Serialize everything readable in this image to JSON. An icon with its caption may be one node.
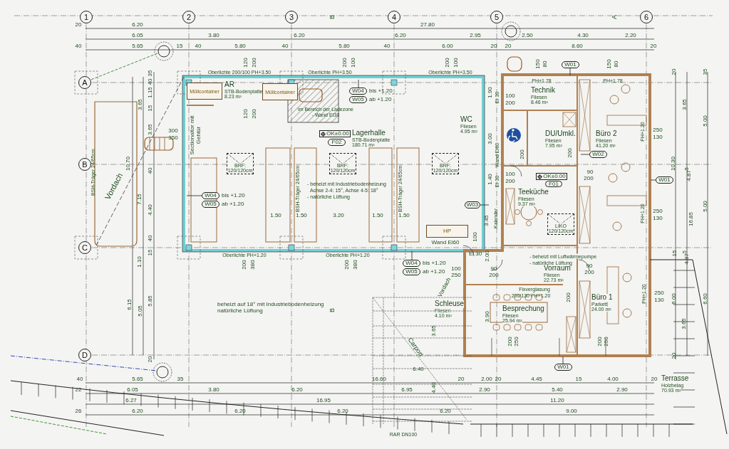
{
  "diagram": {
    "nodes": [
      {
        "text": [
          "1"
        ]
      },
      {
        "text": [
          "2"
        ]
      },
      {
        "text": [
          "3"
        ]
      },
      {
        "text": [
          "4"
        ]
      },
      {
        "text": [
          "5"
        ]
      },
      {
        "text": [
          "6"
        ]
      },
      {
        "text": [
          "A"
        ]
      },
      {
        "text": [
          "B"
        ]
      },
      {
        "text": [
          "C"
        ]
      },
      {
        "text": [
          "D"
        ]
      },
      {
        "text": [
          "AR",
          "STB-Bodenplatte",
          "8.23 m²"
        ]
      },
      {
        "text": [
          "Müllcontainer"
        ]
      },
      {
        "text": [
          "Müllcontainer"
        ]
      },
      {
        "text": [
          "Lagerhalle",
          "STB-Bodenplatte",
          "180.71 m²"
        ]
      },
      {
        "text": [
          "OK±0.00"
        ]
      },
      {
        "text": [
          "F02"
        ]
      },
      {
        "text": [
          "W04"
        ],
        "beside": [
          "bis +1.20"
        ]
      },
      {
        "text": [
          "W05"
        ],
        "beside": [
          "ab +1.20"
        ]
      },
      {
        "text": [
          "W04"
        ],
        "beside": [
          "bis +1.20"
        ]
      },
      {
        "text": [
          "W05"
        ],
        "beside": [
          "ab +1.20"
        ]
      },
      {
        "text": [
          "W04"
        ],
        "beside": [
          "bis +1.20"
        ]
      },
      {
        "text": [
          "W05"
        ],
        "beside": [
          "ab +1.20"
        ]
      },
      {
        "text": [
          "BRF: 120/120cm"
        ]
      },
      {
        "text": [
          "BRF: 120/120cm"
        ]
      },
      {
        "text": [
          "BRF: 120/120cm"
        ]
      },
      {
        "text": [
          "LIKO 120/120cm"
        ]
      },
      {
        "text": [
          "HP"
        ]
      },
      {
        "text": [
          "WC",
          "Fliesen",
          "4.95 m²"
        ]
      },
      {
        "text": [
          "Technik",
          "Fliesen",
          "8.46 m²"
        ]
      },
      {
        "text": [
          "DU/Umkl.",
          "Fliesen",
          "7.95 m²"
        ]
      },
      {
        "text": [
          "Büro 2",
          "Fliesen",
          "41.20 m²"
        ]
      },
      {
        "text": [
          "W01"
        ]
      },
      {
        "text": [
          "W01"
        ]
      },
      {
        "text": [
          "W02"
        ]
      },
      {
        "text": [
          "W03"
        ]
      },
      {
        "text": [
          "OK±0.00"
        ]
      },
      {
        "text": [
          "F01"
        ]
      },
      {
        "text": [
          "Teeküche",
          "Fliesen",
          "9.37 m²"
        ]
      },
      {
        "text": [
          "Vorraum",
          "Fliesen",
          "22.73 m²"
        ]
      },
      {
        "text": [
          "Büro 1",
          "Parkett",
          "24.00 m²"
        ]
      },
      {
        "text": [
          "Besprechung",
          "Fliesen",
          "25.94 m²"
        ]
      },
      {
        "text": [
          "Schleuse",
          "Fliesen",
          "4.10 m²"
        ]
      },
      {
        "text": [
          "W01"
        ]
      },
      {
        "text": [
          "Terrasse",
          "Holzbelag",
          "70.93 m²"
        ]
      }
    ],
    "edges": [
      {
        "from": 16,
        "to": null,
        "arrow": "none"
      },
      {
        "from": 18,
        "to": null,
        "arrow": "none"
      },
      {
        "from": 20,
        "to": null,
        "arrow": "none"
      },
      {
        "from": 31,
        "to": null,
        "arrow": "none"
      },
      {
        "from": 32,
        "to": null,
        "arrow": "none"
      },
      {
        "from": 33,
        "to": null,
        "arrow": "none"
      },
      {
        "from": 34,
        "to": null,
        "arrow": "none"
      },
      {
        "from": 42,
        "to": null,
        "arrow": "none"
      }
    ],
    "labels": [
      "20",
      "6.20",
      "27.80",
      "6.05",
      "3.80",
      "6.20",
      "6.20",
      "2.95",
      "2.50",
      "4.30",
      "2.20",
      "40",
      "5.65",
      "15",
      "40",
      "5.80",
      "40",
      "5.80",
      "40",
      "6.00",
      "20",
      "20",
      "8.60",
      "20",
      "B",
      "A",
      "120",
      "200",
      "200",
      "100",
      "200",
      "100",
      "Oberlichte 200/100 PH+3.50",
      "Oberlichte PH+3.50",
      "Oberlichte PH+3.50",
      "120",
      "200",
      "im Bereich der Ladezone - Wand EI30",
      "- beheizt mit Industriebodenheizung",
      "Achse 2-4: 15°, Achse 4-5: 18°",
      "- natürliche Lüftung",
      "BSH-Träger 24/65cm",
      "BSH-Träger 24/65cm",
      "BSH-Träger 24/65cm",
      "1.50",
      "1.50",
      "3.20",
      "1.50",
      "1.50",
      "Sectionaltor mit Gehtür",
      "300",
      "350",
      "Vordach",
      "3.65",
      "35",
      "40",
      "1.15",
      "15",
      "3.65",
      "10.70",
      "40",
      "7.15",
      "4.40",
      "40",
      "15",
      "1.10",
      "6.15",
      "5.05",
      "5.85",
      "20",
      "Oberlichte PH+1.20",
      "Oberlichte PH+1.20",
      "200",
      "380",
      "200",
      "380",
      "beheizt auf 18° mit Industriebodenheizung",
      "natürliche Lüftung",
      "B",
      "Carport",
      "3.65",
      "4.40",
      "6.40",
      "16.60",
      "RAR DN100",
      "40",
      "5.65",
      "35",
      "20",
      "2.00",
      "20",
      "4.45",
      "15",
      "4.00",
      "20",
      "22",
      "6.05",
      "3.80",
      "6.20",
      "6.95",
      "2.90",
      "5.40",
      "2.90",
      "6.27",
      "16.95",
      "11.20",
      "26",
      "6.20",
      "6.20",
      "6.20",
      "6.20",
      "9.00",
      "150",
      "80",
      "150",
      "80",
      "PH+1.78",
      "PH+1.78",
      "100",
      "200",
      "EI 30",
      "1.90",
      "3.00",
      "Wand EI60",
      "200",
      "200",
      "PH+1.20",
      "250",
      "130",
      "90",
      "200",
      "100",
      "200",
      "1.40",
      "EI 30",
      "3.45",
      "Kalender",
      "PH+1.20",
      "250",
      "130",
      "3.65",
      "10.30",
      "4.87$^{5}$",
      "5.00",
      "5.00",
      "16.85",
      "20",
      "35",
      "15",
      "4.87$^{5}$",
      "6.00",
      "3.65",
      "6.60",
      "20",
      "90",
      "200",
      "2.00",
      "90",
      "200",
      "Fixverglasung",
      "200/130 PH+1.20",
      "200",
      "PH+1.20",
      "250",
      "130",
      "3.90",
      "200",
      "250",
      "200",
      "250",
      "100",
      "250",
      "Vordach",
      "Wand Ei60",
      "Ei 30",
      "100",
      "- beheizt mit Luftwärmepumpe",
      "- natürliche Lüftung"
    ]
  }
}
